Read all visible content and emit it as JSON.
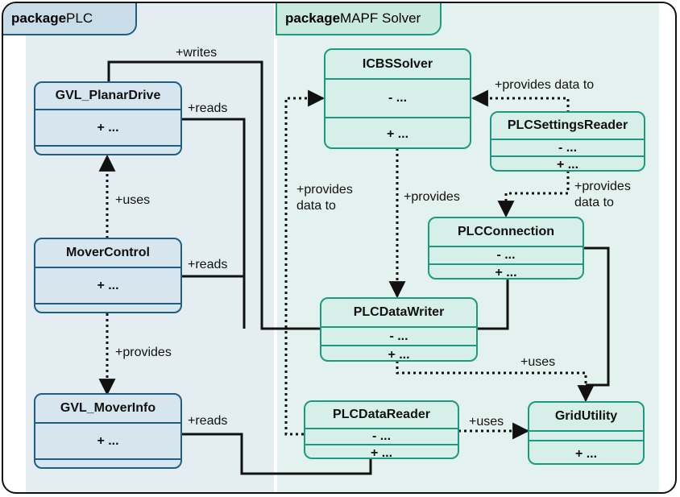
{
  "packages": {
    "plc": {
      "prefix": "package",
      "name": "PLC"
    },
    "mapf": {
      "prefix": "package",
      "name": "MAPF Solver"
    }
  },
  "classes": {
    "gvl_planar_drive": {
      "name": "GVL_PlanarDrive",
      "members": [
        "+ ..."
      ]
    },
    "mover_control": {
      "name": "MoverControl",
      "members": [
        "+ ..."
      ]
    },
    "gvl_mover_info": {
      "name": "GVL_MoverInfo",
      "members": [
        "+ ..."
      ]
    },
    "icbs_solver": {
      "name": "ICBSSolver",
      "members": [
        "- ...",
        "+ ..."
      ]
    },
    "plc_settings_reader": {
      "name": "PLCSettingsReader",
      "members": [
        "- ...",
        "+ ..."
      ]
    },
    "plc_connection": {
      "name": "PLCConnection",
      "members": [
        "- ...",
        "+ ..."
      ]
    },
    "plc_data_writer": {
      "name": "PLCDataWriter",
      "members": [
        "- ...",
        "+ ..."
      ]
    },
    "plc_data_reader": {
      "name": "PLCDataReader",
      "members": [
        "- ...",
        "+ ..."
      ]
    },
    "grid_utility": {
      "name": "GridUtility",
      "members": [
        "+ ..."
      ]
    }
  },
  "labels": {
    "writes": "+writes",
    "reads_planar": "+reads",
    "uses_planar": "+uses",
    "reads_mover": "+reads",
    "provides_mover": "+provides",
    "reads_info": "+reads",
    "provides_data_to_icbs": [
      "+provides",
      "data to"
    ],
    "provides_writer": "+provides",
    "provides_data_to_settings": "+provides data to",
    "provides_data_to_conn": [
      "+provides",
      "data to"
    ],
    "uses_writer": "+uses",
    "uses_reader": "+uses"
  },
  "colors": {
    "plc_border": "#1f5f86",
    "mapf_border": "#1c9a80",
    "plc_fill": "#d7e6ee",
    "mapf_fill": "#d6efe8"
  }
}
